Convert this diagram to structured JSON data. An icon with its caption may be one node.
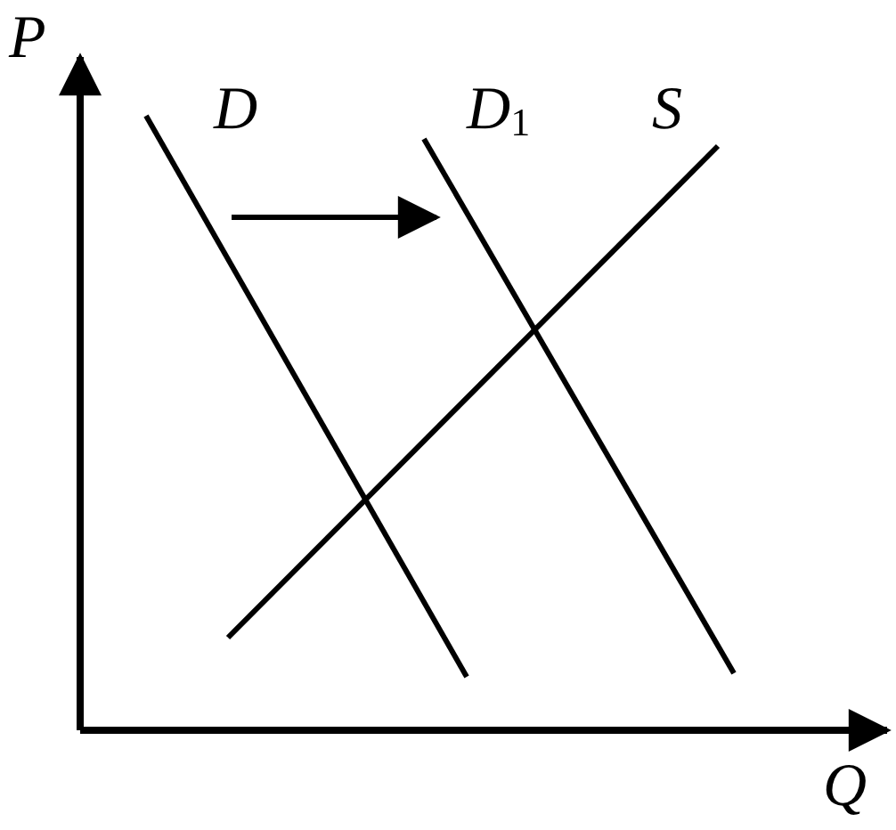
{
  "diagram": {
    "labels": [
      "P",
      "D",
      "D$_{1}$",
      "S",
      "Q"
    ]
  }
}
